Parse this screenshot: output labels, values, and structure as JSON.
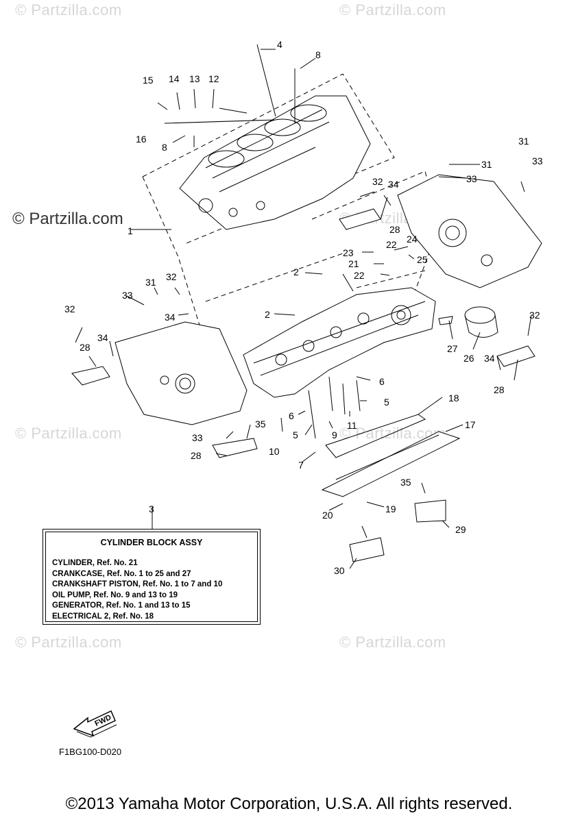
{
  "watermarks": {
    "text": "© Partzilla.com",
    "strong_text": "© Partzilla.com"
  },
  "callouts": [
    "1",
    "2",
    "2",
    "3",
    "4",
    "5",
    "5",
    "6",
    "6",
    "7",
    "8",
    "8",
    "9",
    "10",
    "11",
    "12",
    "13",
    "14",
    "15",
    "16",
    "17",
    "18",
    "19",
    "20",
    "21",
    "22",
    "22",
    "23",
    "24",
    "25",
    "26",
    "27",
    "28",
    "28",
    "28",
    "28",
    "29",
    "30",
    "31",
    "31",
    "31",
    "32",
    "32",
    "32",
    "32",
    "33",
    "33",
    "33",
    "33",
    "34",
    "34",
    "34",
    "34",
    "35",
    "35"
  ],
  "assy_box": {
    "title": "CYLINDER BLOCK ASSY",
    "lines": [
      "CYLINDER, Ref. No. 21",
      "CRANKCASE, Ref. No. 1 to 25 and 27",
      "CRANKSHAFT PISTON, Ref. No. 1 to 7 and 10",
      "OIL PUMP, Ref. No. 9 and 13 to 19",
      "GENERATOR, Ref. No. 1 and 13 to 15",
      "ELECTRICAL 2, Ref. No. 18"
    ]
  },
  "fwd_label": "FWD",
  "diagram_code": "F1BG100-D020",
  "copyright": "©2013 Yamaha Motor Corporation, U.S.A. All rights reserved."
}
